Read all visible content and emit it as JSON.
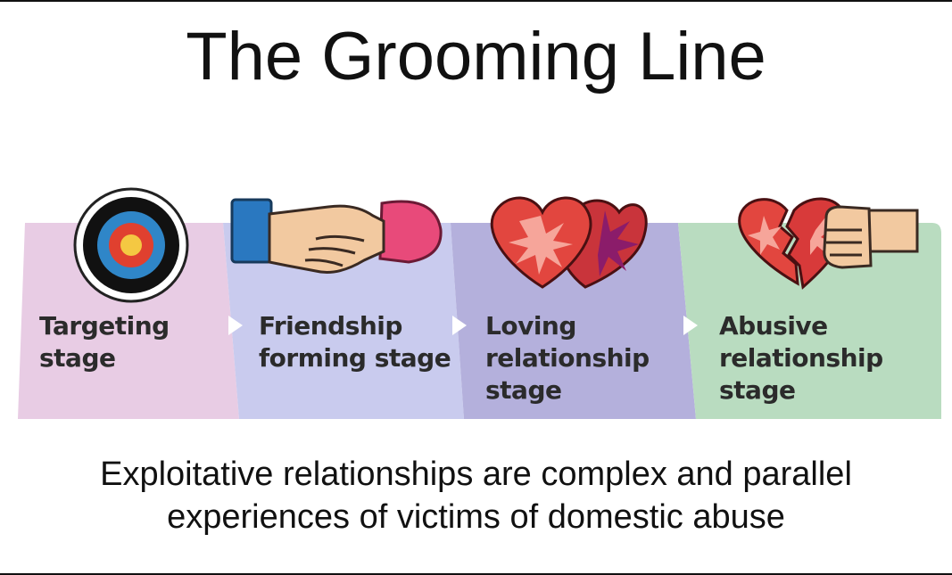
{
  "title": "The Grooming Line",
  "stages": [
    {
      "label": "Targeting\nstage",
      "icon": "target-icon",
      "color": "#e8cce4"
    },
    {
      "label": "Friendship\nforming stage",
      "icon": "handshake-icon",
      "color": "#c9cbee"
    },
    {
      "label": "Loving\nrelationship\nstage",
      "icon": "hearts-icon",
      "color": "#b4b0dc"
    },
    {
      "label": "Abusive\nrelationship\nstage",
      "icon": "broken-heart-fist-icon",
      "color": "#b9dcc0"
    }
  ],
  "caption": {
    "line1": "Exploitative relationships are complex and parallel",
    "line2": "experiences of victims of domestic abuse"
  }
}
